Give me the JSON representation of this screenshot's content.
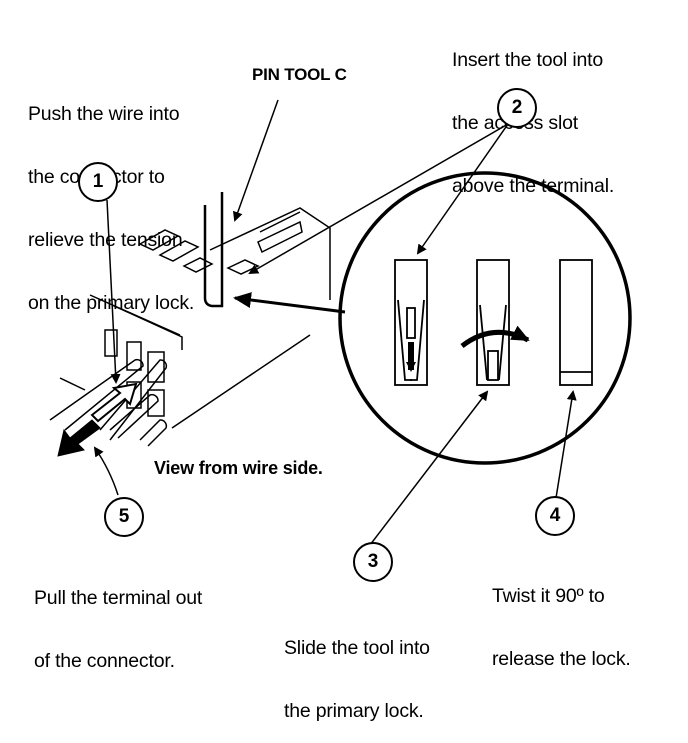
{
  "diagram": {
    "tool_label": "PIN TOOL C",
    "view_caption": "View from wire side.",
    "colors": {
      "ink": "#000000",
      "background": "#ffffff"
    },
    "steps": [
      {
        "number": "1",
        "lines": [
          "Push the wire into",
          "the connector to",
          "relieve the tension",
          "on the primary lock."
        ]
      },
      {
        "number": "2",
        "lines": [
          "Insert the tool into",
          "the access slot",
          "above the terminal."
        ]
      },
      {
        "number": "3",
        "lines": [
          "Slide the tool into",
          "the primary lock."
        ]
      },
      {
        "number": "4",
        "lines": [
          "Twist it 90º to",
          "release the lock."
        ]
      },
      {
        "number": "5",
        "lines": [
          "Pull the terminal out",
          "of the connector."
        ]
      }
    ]
  }
}
